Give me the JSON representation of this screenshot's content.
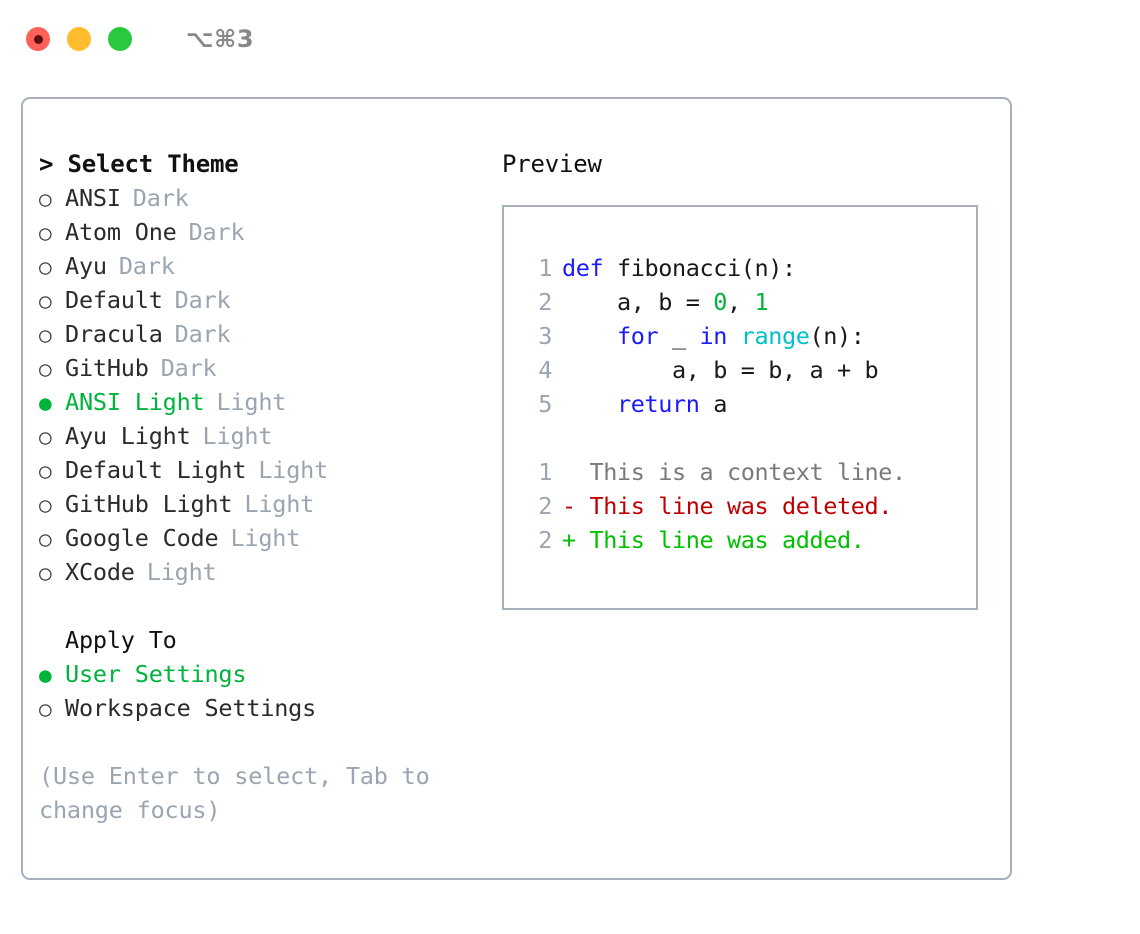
{
  "titlebar": {
    "lights": [
      {
        "name": "close-button",
        "color": "#ff6058"
      },
      {
        "name": "minimize-button",
        "color": "#ffbd2e"
      },
      {
        "name": "maximize-button",
        "color": "#28c83f"
      }
    ],
    "shortcut": "⌥⌘3"
  },
  "colors": {
    "accent_green": "#00b33c",
    "muted": "#9aa5b1",
    "border": "#a6b1bd",
    "keyword_blue": "#1a1aff",
    "function_cyan": "#00c0c8",
    "number_green": "#00b33c",
    "diff_delete": "#c00000",
    "diff_add": "#00c000"
  },
  "theme_panel": {
    "header": "> Select Theme",
    "items": [
      {
        "marker": "○",
        "label": "ANSI",
        "kind": "Dark",
        "selected": false
      },
      {
        "marker": "○",
        "label": "Atom One",
        "kind": "Dark",
        "selected": false
      },
      {
        "marker": "○",
        "label": "Ayu",
        "kind": "Dark",
        "selected": false
      },
      {
        "marker": "○",
        "label": "Default",
        "kind": "Dark",
        "selected": false
      },
      {
        "marker": "○",
        "label": "Dracula",
        "kind": "Dark",
        "selected": false
      },
      {
        "marker": "○",
        "label": "GitHub",
        "kind": "Dark",
        "selected": false
      },
      {
        "marker": "●",
        "label": "ANSI Light",
        "kind": "Light",
        "selected": true
      },
      {
        "marker": "○",
        "label": "Ayu Light",
        "kind": "Light",
        "selected": false
      },
      {
        "marker": "○",
        "label": "Default Light",
        "kind": "Light",
        "selected": false
      },
      {
        "marker": "○",
        "label": "GitHub Light",
        "kind": "Light",
        "selected": false
      },
      {
        "marker": "○",
        "label": "Google Code",
        "kind": "Light",
        "selected": false
      },
      {
        "marker": "○",
        "label": "XCode",
        "kind": "Light",
        "selected": false
      }
    ]
  },
  "apply_to": {
    "title": "Apply To",
    "items": [
      {
        "marker": "●",
        "label": "User Settings",
        "selected": true
      },
      {
        "marker": "○",
        "label": "Workspace Settings",
        "selected": false
      }
    ]
  },
  "hint": "(Use Enter to select, Tab to change focus)",
  "preview": {
    "title": "Preview",
    "code_lines": [
      {
        "number": "1",
        "tokens": [
          {
            "text": "def ",
            "type": "kw"
          },
          {
            "text": "fibonacci(n):",
            "type": "id"
          }
        ]
      },
      {
        "number": "2",
        "tokens": [
          {
            "text": "    a, b = ",
            "type": "id"
          },
          {
            "text": "0",
            "type": "num"
          },
          {
            "text": ", ",
            "type": "id"
          },
          {
            "text": "1",
            "type": "num"
          }
        ]
      },
      {
        "number": "3",
        "tokens": [
          {
            "text": "    ",
            "type": "plain"
          },
          {
            "text": "for",
            "type": "kw"
          },
          {
            "text": " _ ",
            "type": "id"
          },
          {
            "text": "in",
            "type": "kw"
          },
          {
            "text": " ",
            "type": "id"
          },
          {
            "text": "range",
            "type": "fn"
          },
          {
            "text": "(n):",
            "type": "id"
          }
        ]
      },
      {
        "number": "4",
        "tokens": [
          {
            "text": "        a, b = b, a + b",
            "type": "id"
          }
        ]
      },
      {
        "number": "5",
        "tokens": [
          {
            "text": "    ",
            "type": "plain"
          },
          {
            "text": "return",
            "type": "kw"
          },
          {
            "text": " a",
            "type": "id"
          }
        ]
      }
    ],
    "diff_lines": [
      {
        "number": "1",
        "sign": " ",
        "text": " This is a context line.",
        "type": "ctx"
      },
      {
        "number": "2",
        "sign": "-",
        "text": " This line was deleted.",
        "type": "del"
      },
      {
        "number": "2",
        "sign": "+",
        "text": " This line was added.",
        "type": "add"
      }
    ]
  }
}
